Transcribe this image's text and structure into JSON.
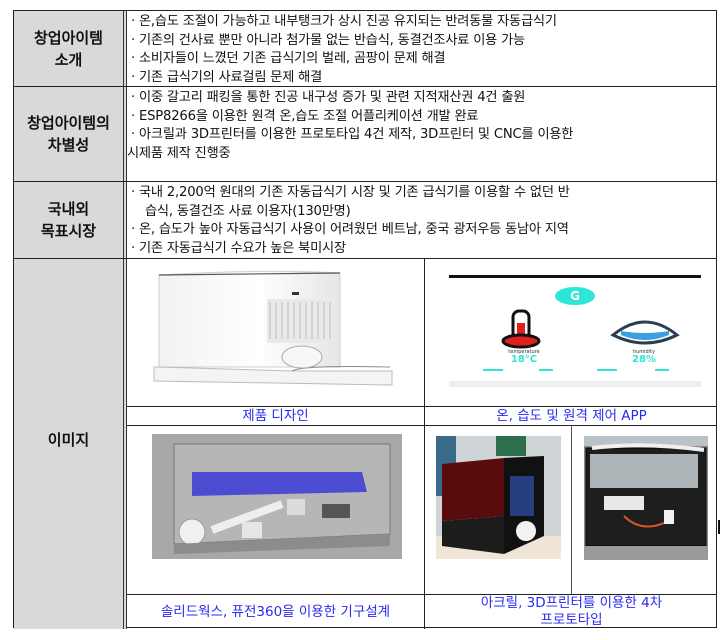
{
  "rows": [
    {
      "label": "창업아이템\n소개",
      "lines": [
        "· 온,습도 조절이 가능하고 내부탱크가 상시 진공 유지되는 반려동물 자동급식기",
        "· 기존의 건사료 뿐만 아니라 첨가물 없는 반습식, 동결건조사료 이용 가능",
        "· 소비자들이 느꼈던 기존 급식기의 벌레, 곰팡이 문제 해결",
        "· 기존 급식기의 사료걸림 문제 해결"
      ]
    },
    {
      "label": "창업아이템의\n차별성",
      "lines": [
        "· 이중 갈고리 패킹을 통한 진공 내구성 증가 및 관련 지적재산권 4건 출원",
        "· ESP8266을 이용한 원격 온,습도 조절 어플리케이션 개발 완료",
        "· 아크릴과 3D프린터를 이용한 프로토타입 4건 제작, 3D프린터 및 CNC를 이용한",
        "시제품 제작 진행중"
      ]
    },
    {
      "label": "국내외\n목표시장",
      "lines": [
        "· 국내 2,200억 원대의 기존 자동급식기 시장 및 기존 급식기를 이용할 수 없던 반",
        "습식, 동결건조 사료 이용자(130만명)",
        "· 온, 습도가 높아 자동급식기 사용이 어려웠던 베트남, 중국 광저우등 동남아 지역",
        "· 기존 자동급식기 수요가 높은 북미시장"
      ]
    },
    {
      "label": "이미지",
      "images": [
        {
          "name": "product-design-image",
          "caption": "제품 디자인"
        },
        {
          "name": "app-screenshot-image",
          "caption": "온, 습도 및 원격 제어 APP",
          "app": {
            "temperature_label": "temperature",
            "temperature_value": "18°C",
            "humidity_label": "humidity",
            "humidity_value": "28%",
            "accent_color": "#2ee6d6"
          }
        },
        {
          "name": "cad-design-image",
          "caption": "솔리드웍스, 퓨전360을 이용한 기구설계"
        },
        {
          "name": "prototype-image",
          "caption": "아크릴, 3D프린터를 이용한 4차\n프로토타입"
        }
      ]
    }
  ],
  "colors": {
    "label_bg": "#d9d9d9",
    "caption_text": "#2a2af0",
    "border": "#222222"
  }
}
